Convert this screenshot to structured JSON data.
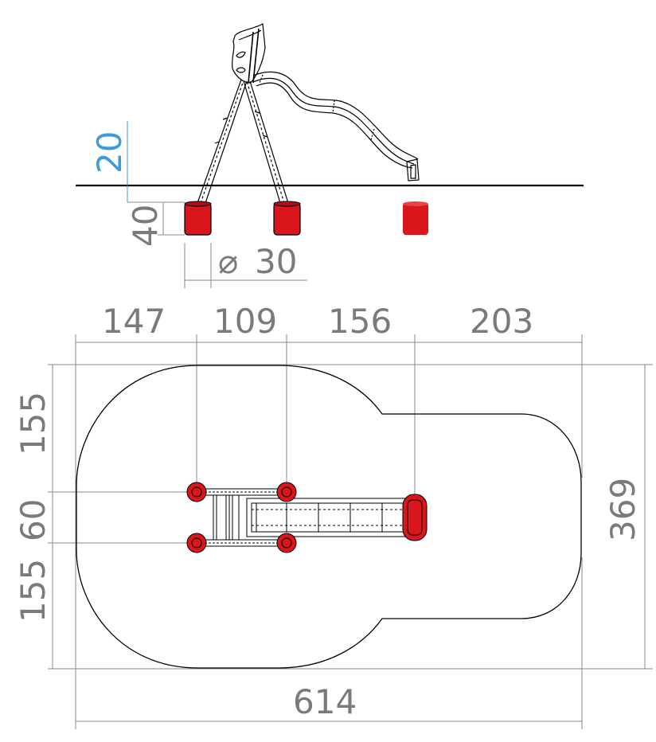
{
  "colors": {
    "footing": "#d8161c",
    "dimension": "#7a7a7a",
    "dimension_highlight": "#3b9bdc",
    "outline": "#000000"
  },
  "elevation": {
    "dim_height_above_ground": "20",
    "dim_footing_depth": "40",
    "dim_footing_diameter": "30",
    "diameter_symbol": "⌀"
  },
  "plan": {
    "dim_top_1": "147",
    "dim_top_2": "109",
    "dim_top_3": "156",
    "dim_top_4": "203",
    "dim_left_1": "155",
    "dim_left_2": "60",
    "dim_left_3": "155",
    "dim_right": "369",
    "dim_bottom": "614"
  }
}
